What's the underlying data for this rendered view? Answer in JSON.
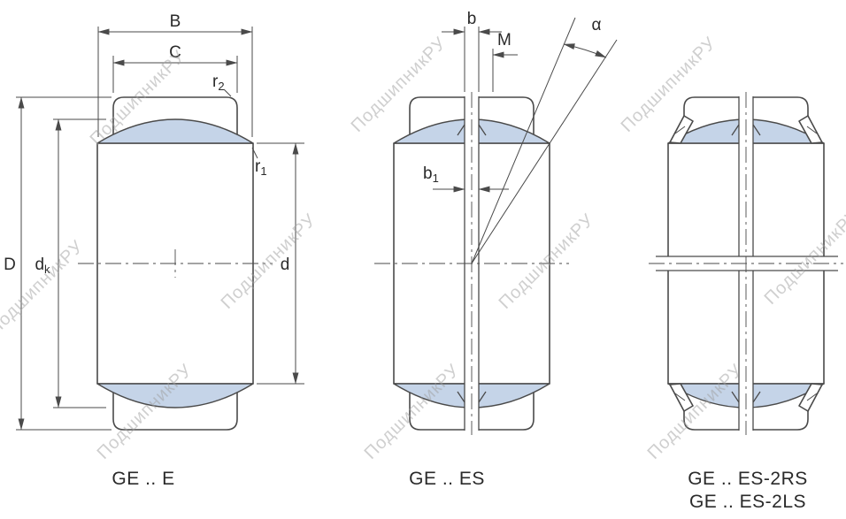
{
  "watermark": {
    "text": "ПодшипникРУ"
  },
  "labels": {
    "B": "B",
    "C": "C",
    "D": "D",
    "d": "d",
    "r": "r",
    "r1_sub": "1",
    "r2_sub": "2",
    "dk_base": "d",
    "dk_sub": "k",
    "b": "b",
    "M": "M",
    "alpha": "α",
    "b1_base": "b",
    "b1_sub": "1"
  },
  "captions": {
    "ge_e": "GE .. E",
    "ge_es": "GE .. ES",
    "ge_es_2rs": "GE .. ES-2RS",
    "ge_es_2ls": "GE .. ES-2LS"
  },
  "colors": {
    "line": "#4a4a4a",
    "section_fill": "#c5d4e8",
    "watermark": "#a0a0a0",
    "text": "#2a2a2a",
    "background": "#ffffff"
  }
}
